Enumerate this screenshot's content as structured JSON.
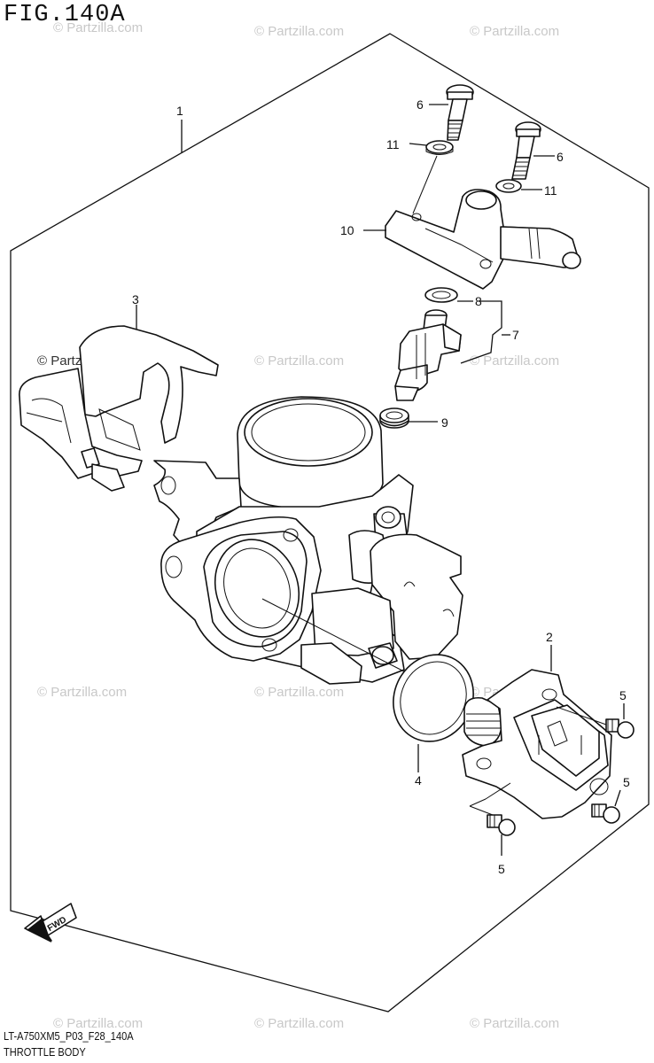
{
  "figure": {
    "title": "FIG.140A",
    "model_code": "LT-A750XM5_P03_F28_140A",
    "caption": "THROTTLE BODY"
  },
  "watermark": "© Partzilla.com",
  "callouts": [
    {
      "id": "1",
      "label": "1"
    },
    {
      "id": "2",
      "label": "2"
    },
    {
      "id": "3",
      "label": "3"
    },
    {
      "id": "4",
      "label": "4"
    },
    {
      "id": "5a",
      "label": "5"
    },
    {
      "id": "5b",
      "label": "5"
    },
    {
      "id": "5c",
      "label": "5"
    },
    {
      "id": "6a",
      "label": "6"
    },
    {
      "id": "6b",
      "label": "6"
    },
    {
      "id": "7",
      "label": "7"
    },
    {
      "id": "8",
      "label": "8"
    },
    {
      "id": "9",
      "label": "9"
    },
    {
      "id": "10",
      "label": "10"
    },
    {
      "id": "11a",
      "label": "11"
    },
    {
      "id": "11b",
      "label": "11"
    }
  ],
  "direction_marker": "FWD"
}
